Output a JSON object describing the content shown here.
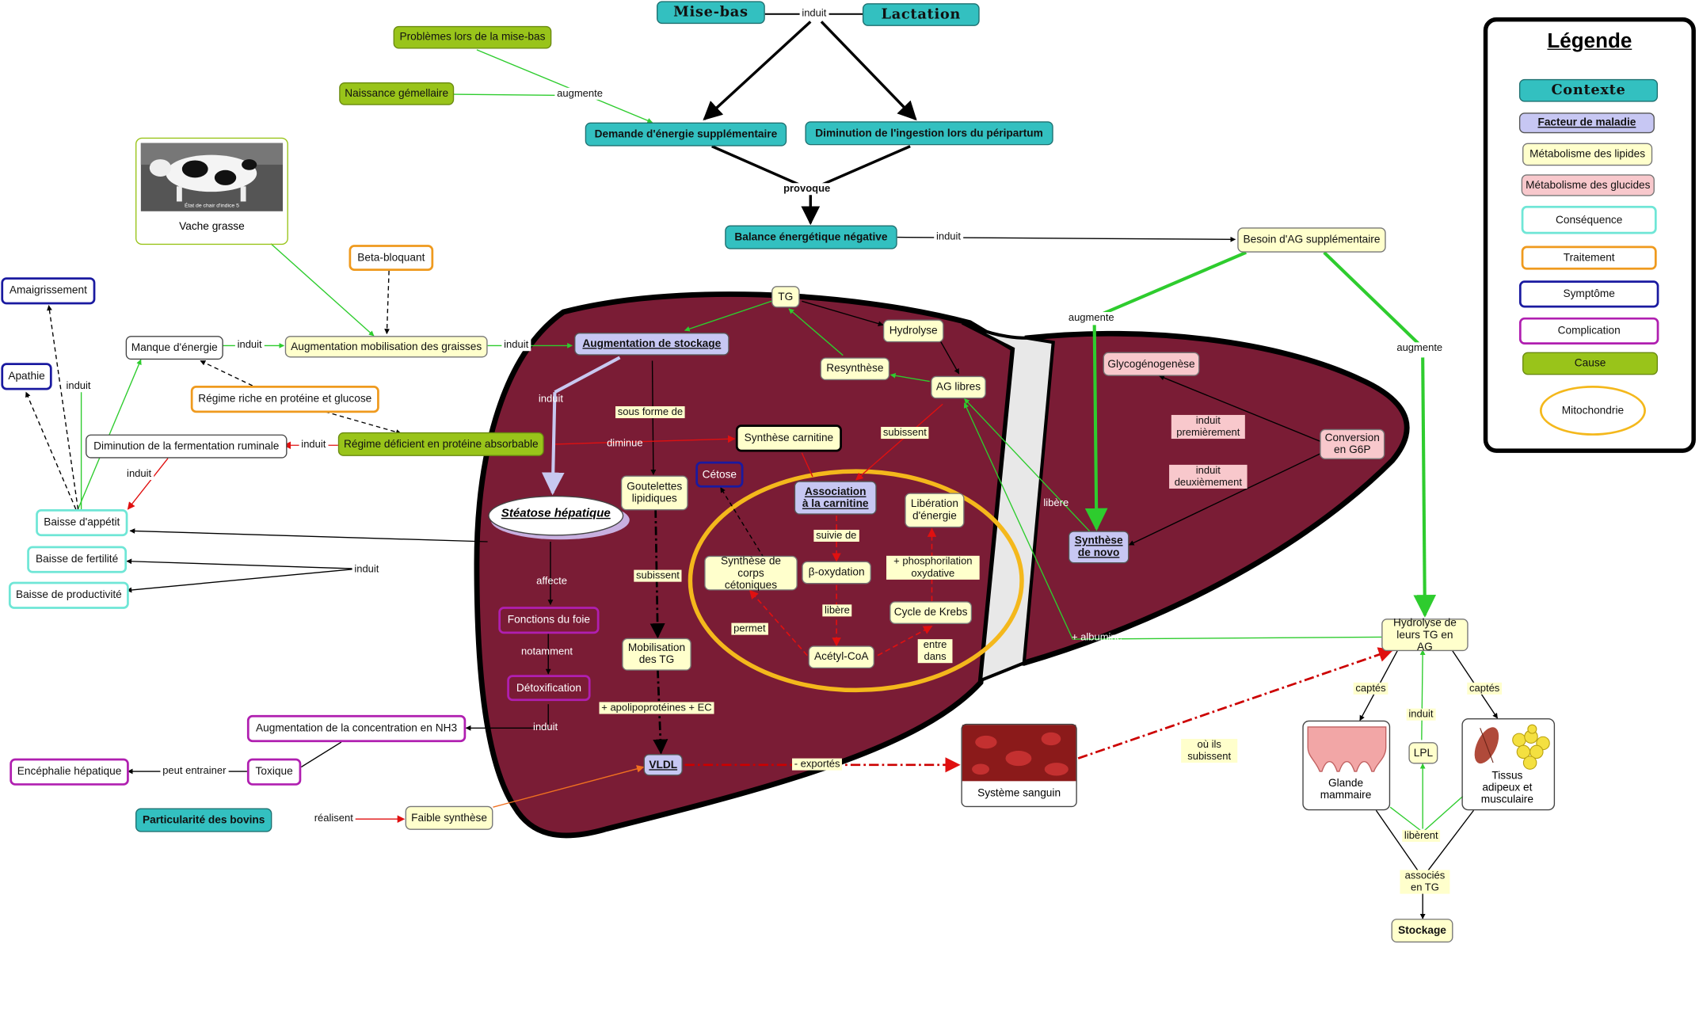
{
  "colors": {
    "contexte": "#33c0c0",
    "facteur": "#c7c7f3",
    "lipides": "#ffffcc",
    "glucides": "#f8c8cc",
    "consequence": "#6fe6d6",
    "traitement": "#ef9a1e",
    "symptome": "#1a1aa0",
    "complication": "#b01fb0",
    "cause": "#99c41a",
    "mitochondrie": "#f4b81c",
    "foie": "#7a1c35"
  },
  "legend": {
    "title": "Légende",
    "items": [
      "Contexte",
      "Facteur de maladie",
      "Métabolisme des lipides",
      "Métabolisme des glucides",
      "Conséquence",
      "Traitement",
      "Symptôme",
      "Complication",
      "Cause",
      "Mitochondrie"
    ]
  },
  "nodes": {
    "mise_bas": "Mise-bas",
    "lactation": "Lactation",
    "problemes": "Problèmes lors de la mise-bas",
    "gemellaire": "Naissance gémellaire",
    "demande": "Demande d'énergie supplémentaire",
    "diminution_ingestion": "Diminution de l'ingestion lors du péripartum",
    "balance": "Balance énergétique négative",
    "besoin_ag": "Besoin d'AG supplémentaire",
    "vache_caption": "Vache grasse",
    "vache_photo_text": "État de chair d'indice 5",
    "beta": "Beta-bloquant",
    "amaigrissement": "Amaigrissement",
    "apathie": "Apathie",
    "manque": "Manque d'énergie",
    "mobilisation": "Augmentation mobilisation des graisses",
    "stockage": "Augmentation de stockage",
    "regime_riche": "Régime riche en protéine et glucose",
    "fermentation": "Diminution de la fermentation ruminale",
    "regime_deficient": "Régime déficient en protéine absorbable",
    "baisse_appetit": "Baisse d'appétit",
    "baisse_fertilite": "Baisse de fertilité",
    "baisse_productivite": "Baisse de productivité",
    "steatose": "Stéatose hépatique",
    "tg": "TG",
    "hydrolyse": "Hydrolyse",
    "resynthese": "Resynthèse",
    "ag_libres": "AG libres",
    "synthese_carnitine": "Synthèse carnitine",
    "goutelettes": "Goutelettes lipidiques",
    "cetose": "Cétose",
    "association": "Association à la carnitine",
    "liberation": "Libération d'énergie",
    "beta_ox": "β-oxydation",
    "synthese_corps": "Synthèse de corps cétoniques",
    "acetyl": "Acétyl-CoA",
    "krebs": "Cycle de Krebs",
    "glycogenogenese": "Glycogénogenèse",
    "conversion": "Conversion en G6P",
    "synthese_novo": "Synthèse de novo",
    "fonctions": "Fonctions du foie",
    "detox": "Détoxification",
    "mobilisation_tg": "Mobilisation des TG",
    "vldl": "VLDL",
    "nh3": "Augmentation de la concentration en NH3",
    "toxique": "Toxique",
    "encephalie": "Encéphalie hépatique",
    "particularite": "Particularité des bovins",
    "faible": "Faible synthèse",
    "systeme": "Système sanguin",
    "hydrolyse_tg": "Hydrolyse de leurs TG en AG",
    "glande": "Glande mammaire",
    "lpl": "LPL",
    "tissus": "Tissus adipeux et musculaire",
    "stockage_final": "Stockage"
  },
  "labels": {
    "induit": "induit",
    "augmente": "augmente",
    "provoque": "provoque",
    "sous_forme": "sous forme de",
    "diminue": "diminue",
    "subissent": "subissent",
    "suivie": "suivie de",
    "libere_fem": "libère",
    "phospho": "+ phosphorilation oxydative",
    "permet": "permet",
    "entre": "entre dans",
    "affecte": "affecte",
    "notamment": "notamment",
    "apolipo": "+ apolipoprotéines + EC",
    "exportes": "- exportés",
    "peut": "peut entrainer",
    "realisent": "réalisent",
    "libere": "libère",
    "albumine": "+ albumine",
    "induit_prem": "induit premièrement",
    "induit_deux": "induit deuxièmement",
    "ou_ils": "où ils subissent",
    "captes": "captés",
    "liberent": "libèrent",
    "associes": "associés en TG"
  }
}
